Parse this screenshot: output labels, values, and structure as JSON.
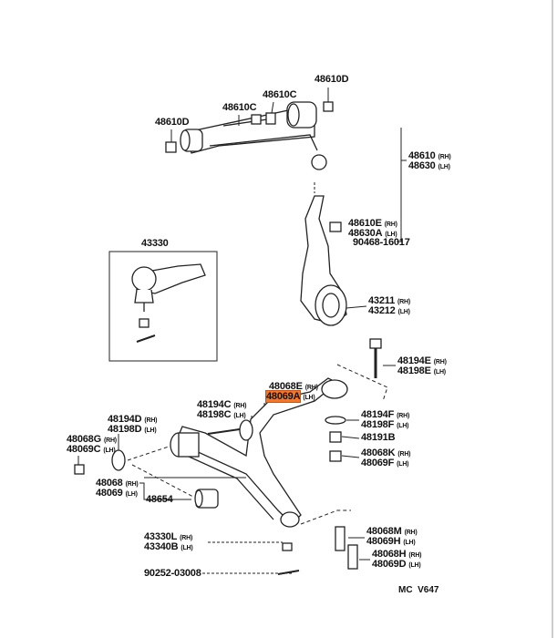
{
  "labels": {
    "l48610D_top": "48610D",
    "l48610C_a": "48610C",
    "l48610C_b": "48610C",
    "l48610D_left": "48610D",
    "l48610": "48610",
    "l48630": "48630",
    "l43330": "43330",
    "l48610E": "48610E",
    "l48630A": "48630A",
    "l90468": "90468-16017",
    "l43211": "43211",
    "l43212": "43212",
    "l48194E": "48194E",
    "l48198E": "48198E",
    "l48068E": "48068E",
    "l48069A": "48069A",
    "l48194C": "48194C",
    "l48198C": "48198C",
    "l48194D": "48194D",
    "l48198D": "48198D",
    "l48068G": "48068G",
    "l48069C": "48069C",
    "l48194F": "48194F",
    "l48198F": "48198F",
    "l48191B": "48191B",
    "l48068K": "48068K",
    "l48069F": "48069F",
    "l48068": "48068",
    "l48069": "48069",
    "l48654": "48654",
    "l43330L": "43330L",
    "l43340B": "43340B",
    "l90252": "90252-03008",
    "l48068M": "48068M",
    "l48069H": "48069H",
    "l48068H": "48068H",
    "l48069D": "48069D"
  },
  "rh": "(RH)",
  "lh": "(LH)",
  "diagram_code": "MC  V647",
  "highlight_color": "#f0782e"
}
